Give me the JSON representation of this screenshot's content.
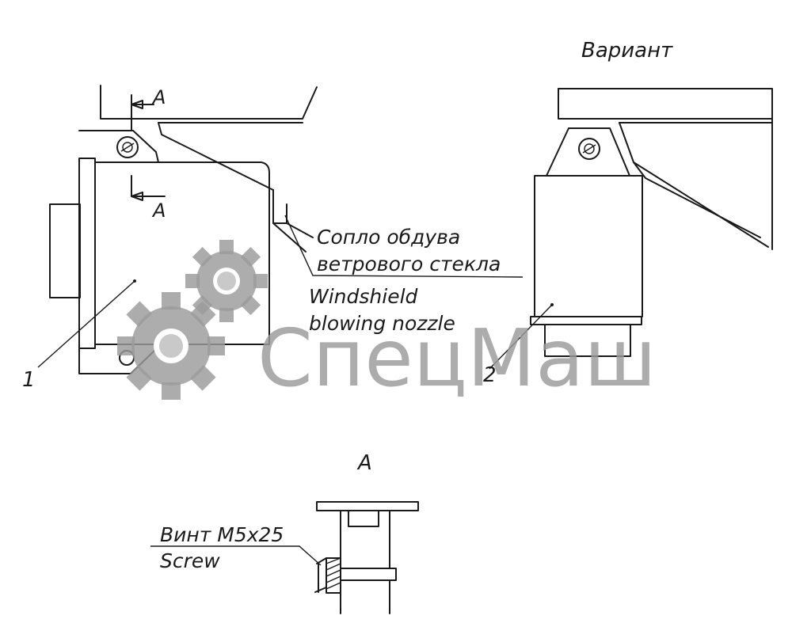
{
  "labels": {
    "variant": "Вариант",
    "section_mark": "A",
    "section_title": "A",
    "callout_1": "1",
    "callout_2": "2",
    "nozzle_ru_line1": "Сопло обдува",
    "nozzle_ru_line2": "ветрового стекла",
    "nozzle_en_line1": "Windshield",
    "nozzle_en_line2": "blowing nozzle",
    "screw_ru": "Винт М5х25",
    "screw_en": "Screw"
  },
  "watermark": {
    "text": "СпецМаш",
    "color": "#9b9b9b",
    "icon": "gear-icon"
  },
  "colors": {
    "line": "#1a1a1a",
    "background": "#ffffff"
  }
}
